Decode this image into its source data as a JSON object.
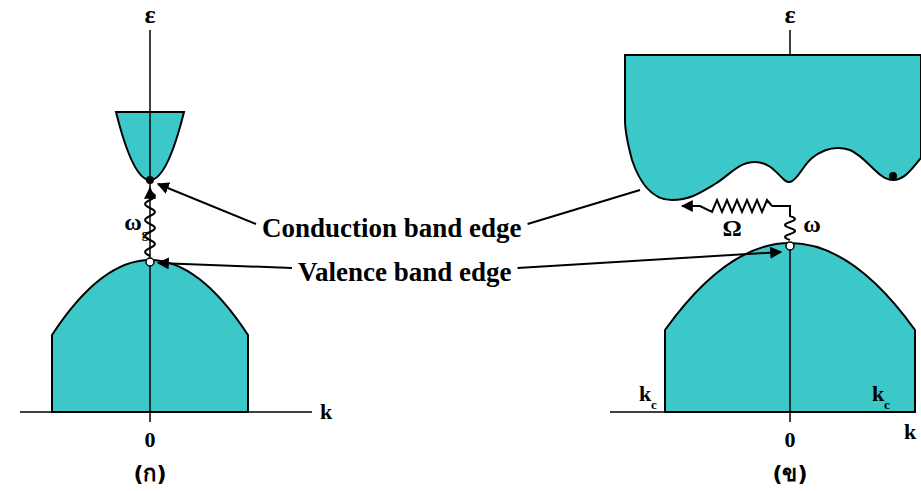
{
  "diagram": {
    "labels": [
      "ε",
      "ω",
      "g",
      "Conduction band edge",
      "Valence band edge",
      "k",
      "0",
      "(ก)",
      "ε",
      "Ω",
      "ω",
      "k",
      "k",
      "c",
      "0",
      "k",
      "c",
      "(ข)"
    ]
  }
}
